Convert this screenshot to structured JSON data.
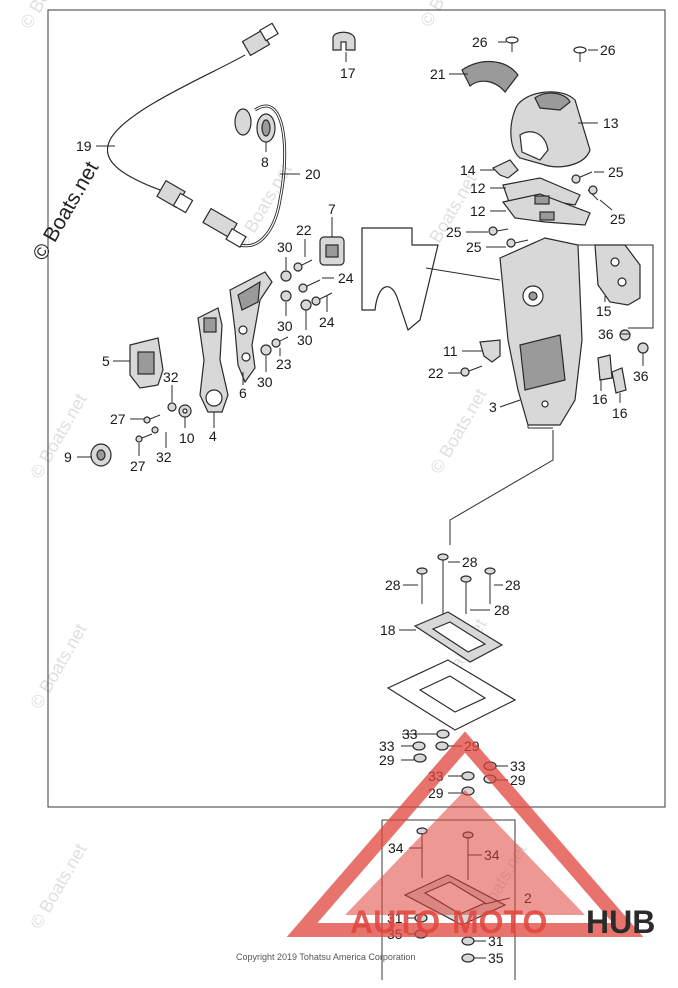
{
  "watermark": {
    "side_text": "© Boats.net",
    "tile_text": "© Boats.net"
  },
  "copyright": "Copyright 2019 Tohatsu America Corporation",
  "logo": {
    "part1": "AUTO",
    "part2": "MOTO",
    "part3": "HUB",
    "color_red": "#e0443c",
    "color_dark": "#2b2b2b"
  },
  "callouts": [
    {
      "id": "c26a",
      "text": "26"
    },
    {
      "id": "c26b",
      "text": "26"
    },
    {
      "id": "c17",
      "text": "17"
    },
    {
      "id": "c21",
      "text": "21"
    },
    {
      "id": "c13",
      "text": "13"
    },
    {
      "id": "c19",
      "text": "19"
    },
    {
      "id": "c8",
      "text": "8"
    },
    {
      "id": "c20",
      "text": "20"
    },
    {
      "id": "c14",
      "text": "14"
    },
    {
      "id": "c25a",
      "text": "25"
    },
    {
      "id": "c12a",
      "text": "12"
    },
    {
      "id": "c12b",
      "text": "12"
    },
    {
      "id": "c25b",
      "text": "25"
    },
    {
      "id": "c25c",
      "text": "25"
    },
    {
      "id": "c25d",
      "text": "25"
    },
    {
      "id": "c7",
      "text": "7"
    },
    {
      "id": "c22a",
      "text": "22"
    },
    {
      "id": "c30a",
      "text": "30"
    },
    {
      "id": "c24a",
      "text": "24"
    },
    {
      "id": "c30b",
      "text": "30"
    },
    {
      "id": "c30c",
      "text": "30"
    },
    {
      "id": "c24b",
      "text": "24"
    },
    {
      "id": "c23",
      "text": "23"
    },
    {
      "id": "c30d",
      "text": "30"
    },
    {
      "id": "c5",
      "text": "5"
    },
    {
      "id": "c6",
      "text": "6"
    },
    {
      "id": "c32a",
      "text": "32"
    },
    {
      "id": "c27a",
      "text": "27"
    },
    {
      "id": "c10",
      "text": "10"
    },
    {
      "id": "c4",
      "text": "4"
    },
    {
      "id": "c9",
      "text": "9"
    },
    {
      "id": "c27b",
      "text": "27"
    },
    {
      "id": "c32b",
      "text": "32"
    },
    {
      "id": "c15",
      "text": "15"
    },
    {
      "id": "c11",
      "text": "11"
    },
    {
      "id": "c36a",
      "text": "36"
    },
    {
      "id": "c22b",
      "text": "22"
    },
    {
      "id": "c36b",
      "text": "36"
    },
    {
      "id": "c16a",
      "text": "16"
    },
    {
      "id": "c16b",
      "text": "16"
    },
    {
      "id": "c3",
      "text": "3"
    },
    {
      "id": "c28a",
      "text": "28"
    },
    {
      "id": "c28b",
      "text": "28"
    },
    {
      "id": "c28c",
      "text": "28"
    },
    {
      "id": "c28d",
      "text": "28"
    },
    {
      "id": "c18",
      "text": "18"
    },
    {
      "id": "c33a",
      "text": "33"
    },
    {
      "id": "c33b",
      "text": "33"
    },
    {
      "id": "c29a",
      "text": "29"
    },
    {
      "id": "c29b",
      "text": "29"
    },
    {
      "id": "c33c",
      "text": "33"
    },
    {
      "id": "c33d",
      "text": "33"
    },
    {
      "id": "c29c",
      "text": "29"
    },
    {
      "id": "c29d",
      "text": "29"
    },
    {
      "id": "c34a",
      "text": "34"
    },
    {
      "id": "c34b",
      "text": "34"
    },
    {
      "id": "c2",
      "text": "2"
    },
    {
      "id": "c31a",
      "text": "31"
    },
    {
      "id": "c35a",
      "text": "35"
    },
    {
      "id": "c31b",
      "text": "31"
    },
    {
      "id": "c35b",
      "text": "35"
    }
  ]
}
